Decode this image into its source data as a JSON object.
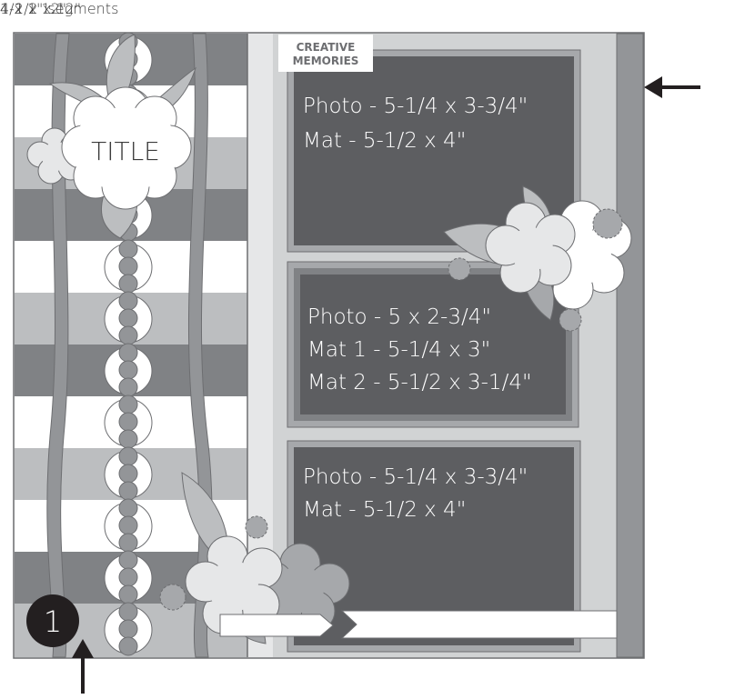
{
  "labels": {
    "top_dimension": "4-1/2 x 12\"",
    "right_dimension": "1/2 x 12\"",
    "bottom_dimension": "4 x 1\" segments",
    "step_number": "1",
    "title_text": "TITLE"
  },
  "logo": {
    "line1": "CREATIVE",
    "line2": "MEMORIES"
  },
  "photo_blocks": [
    {
      "lines": [
        "Photo - 5-1/4 x 3-3/4\"",
        "Mat - 5-1/2 x 4\""
      ]
    },
    {
      "lines": [
        "Photo - 5 x 2-3/4\"",
        "Mat 1 - 5-1/4 x 3\"",
        "Mat 2 - 5-1/2 x 3-1/4\""
      ]
    },
    {
      "lines": [
        "Photo - 5-1/4 x 3-3/4\"",
        "Mat - 5-1/2 x 4\""
      ]
    }
  ],
  "colors": {
    "dark_photo": "#5d5e61",
    "mat_gray": "#a6a8ab",
    "light_gray": "#d1d3d4",
    "stripe_dark": "#808285",
    "stripe_mid": "#bcbec0",
    "white": "#ffffff",
    "circle_dark": "#939598"
  }
}
